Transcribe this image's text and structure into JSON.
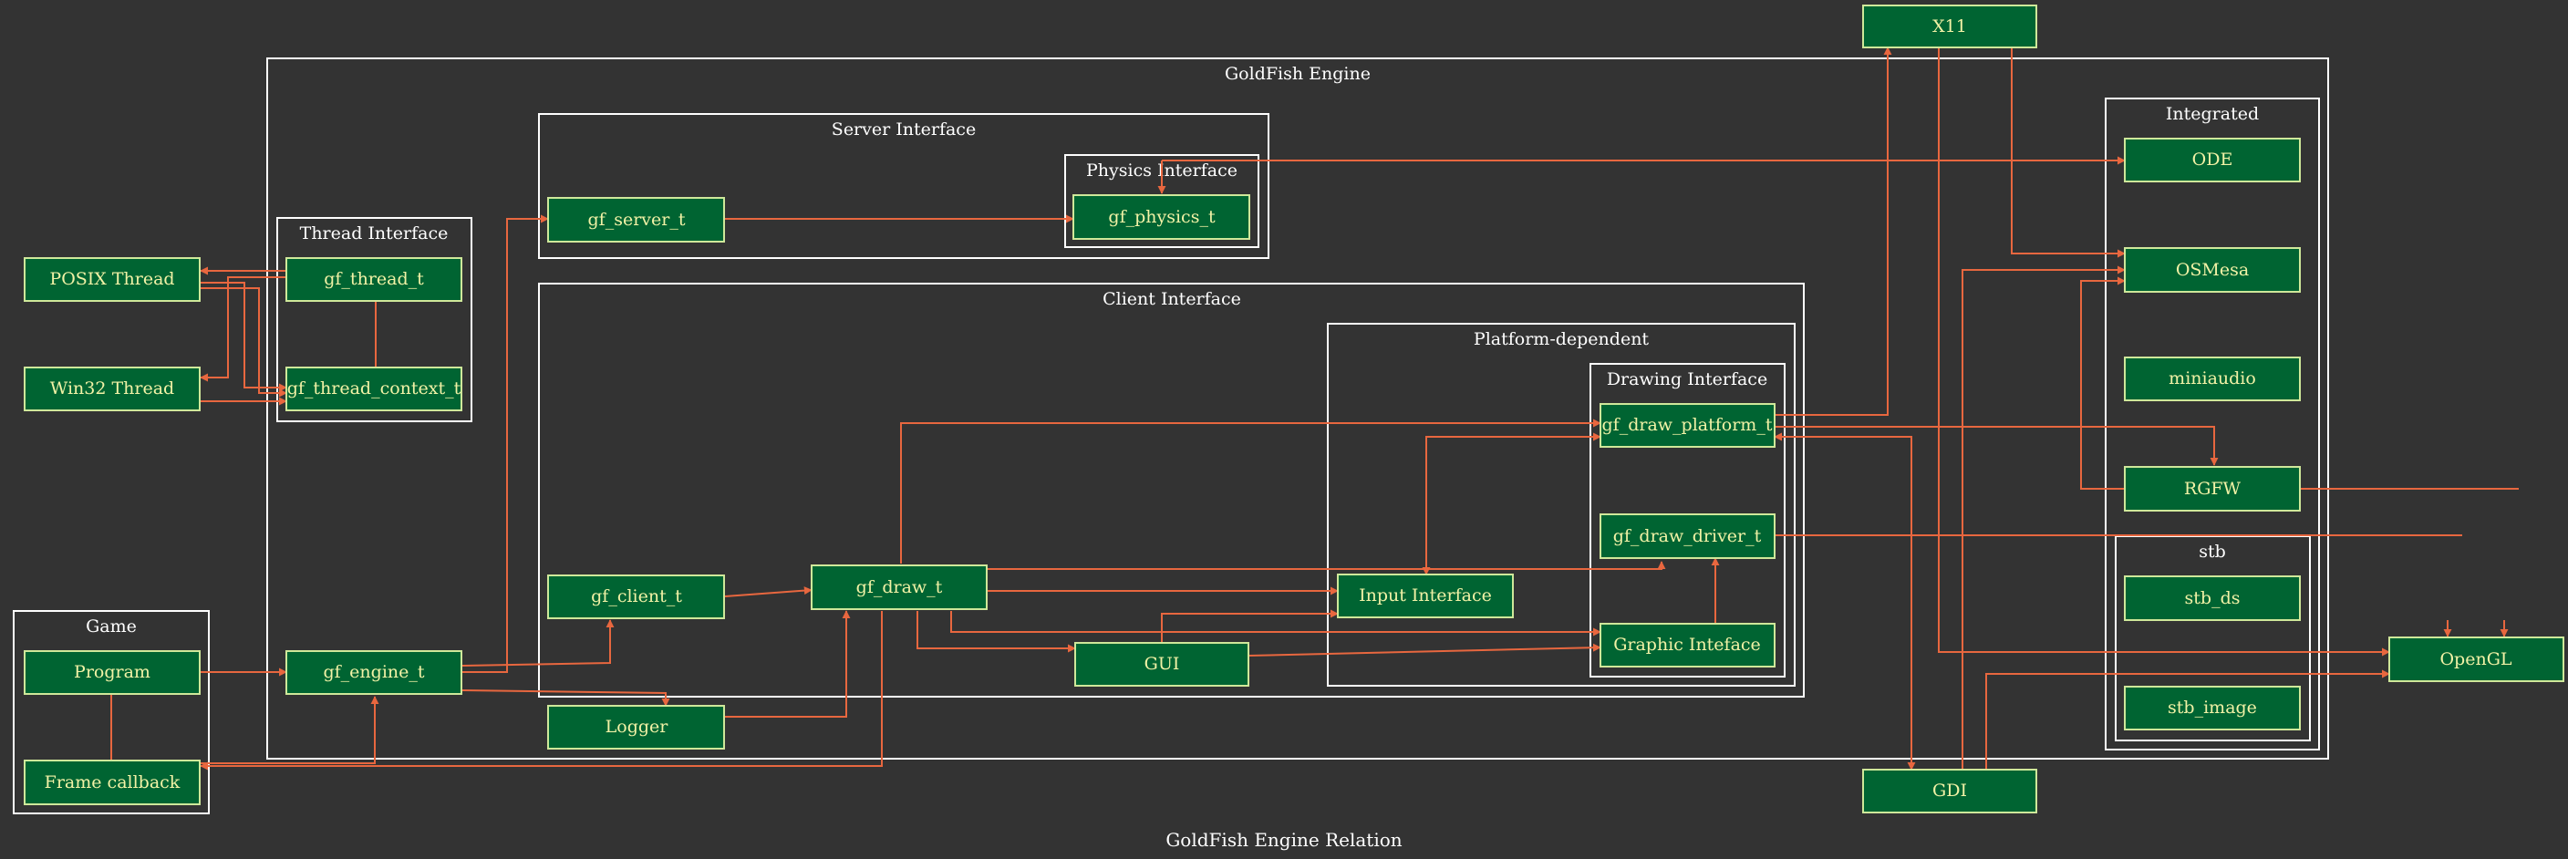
{
  "title": "GoldFish Engine Relation",
  "colors": {
    "background": "#333333",
    "node_fill": "#006432",
    "node_border": "#cfe89a",
    "node_text": "#f2f2a6",
    "edge": "#e8673f",
    "cluster": "#ffffff"
  },
  "clusters": {
    "engine": "GoldFish Engine",
    "server": "Server Interface",
    "physics": "Physics Interface",
    "thread": "Thread Interface",
    "client": "Client Interface",
    "platform": "Platform-dependent",
    "drawing": "Drawing Interface",
    "game": "Game",
    "integrated": "Integrated",
    "stb": "stb"
  },
  "nodes": {
    "x11": "X11",
    "posix": "POSIX Thread",
    "win32": "Win32 Thread",
    "gf_thread": "gf_thread_t",
    "gf_thread_context": "gf_thread_context_t",
    "gf_server": "gf_server_t",
    "gf_physics": "gf_physics_t",
    "gf_client": "gf_client_t",
    "gf_draw": "gf_draw_t",
    "gui": "GUI",
    "logger": "Logger",
    "input": "Input Interface",
    "draw_platform": "gf_draw_platform_t",
    "draw_driver": "gf_draw_driver_t",
    "graphic": "Graphic Inteface",
    "program": "Program",
    "frame": "Frame callback",
    "gf_engine": "gf_engine_t",
    "ode": "ODE",
    "osmesa": "OSMesa",
    "miniaudio": "miniaudio",
    "rgfw": "RGFW",
    "stb_ds": "stb_ds",
    "stb_image": "stb_image",
    "opengl": "OpenGL",
    "gdi": "GDI"
  }
}
